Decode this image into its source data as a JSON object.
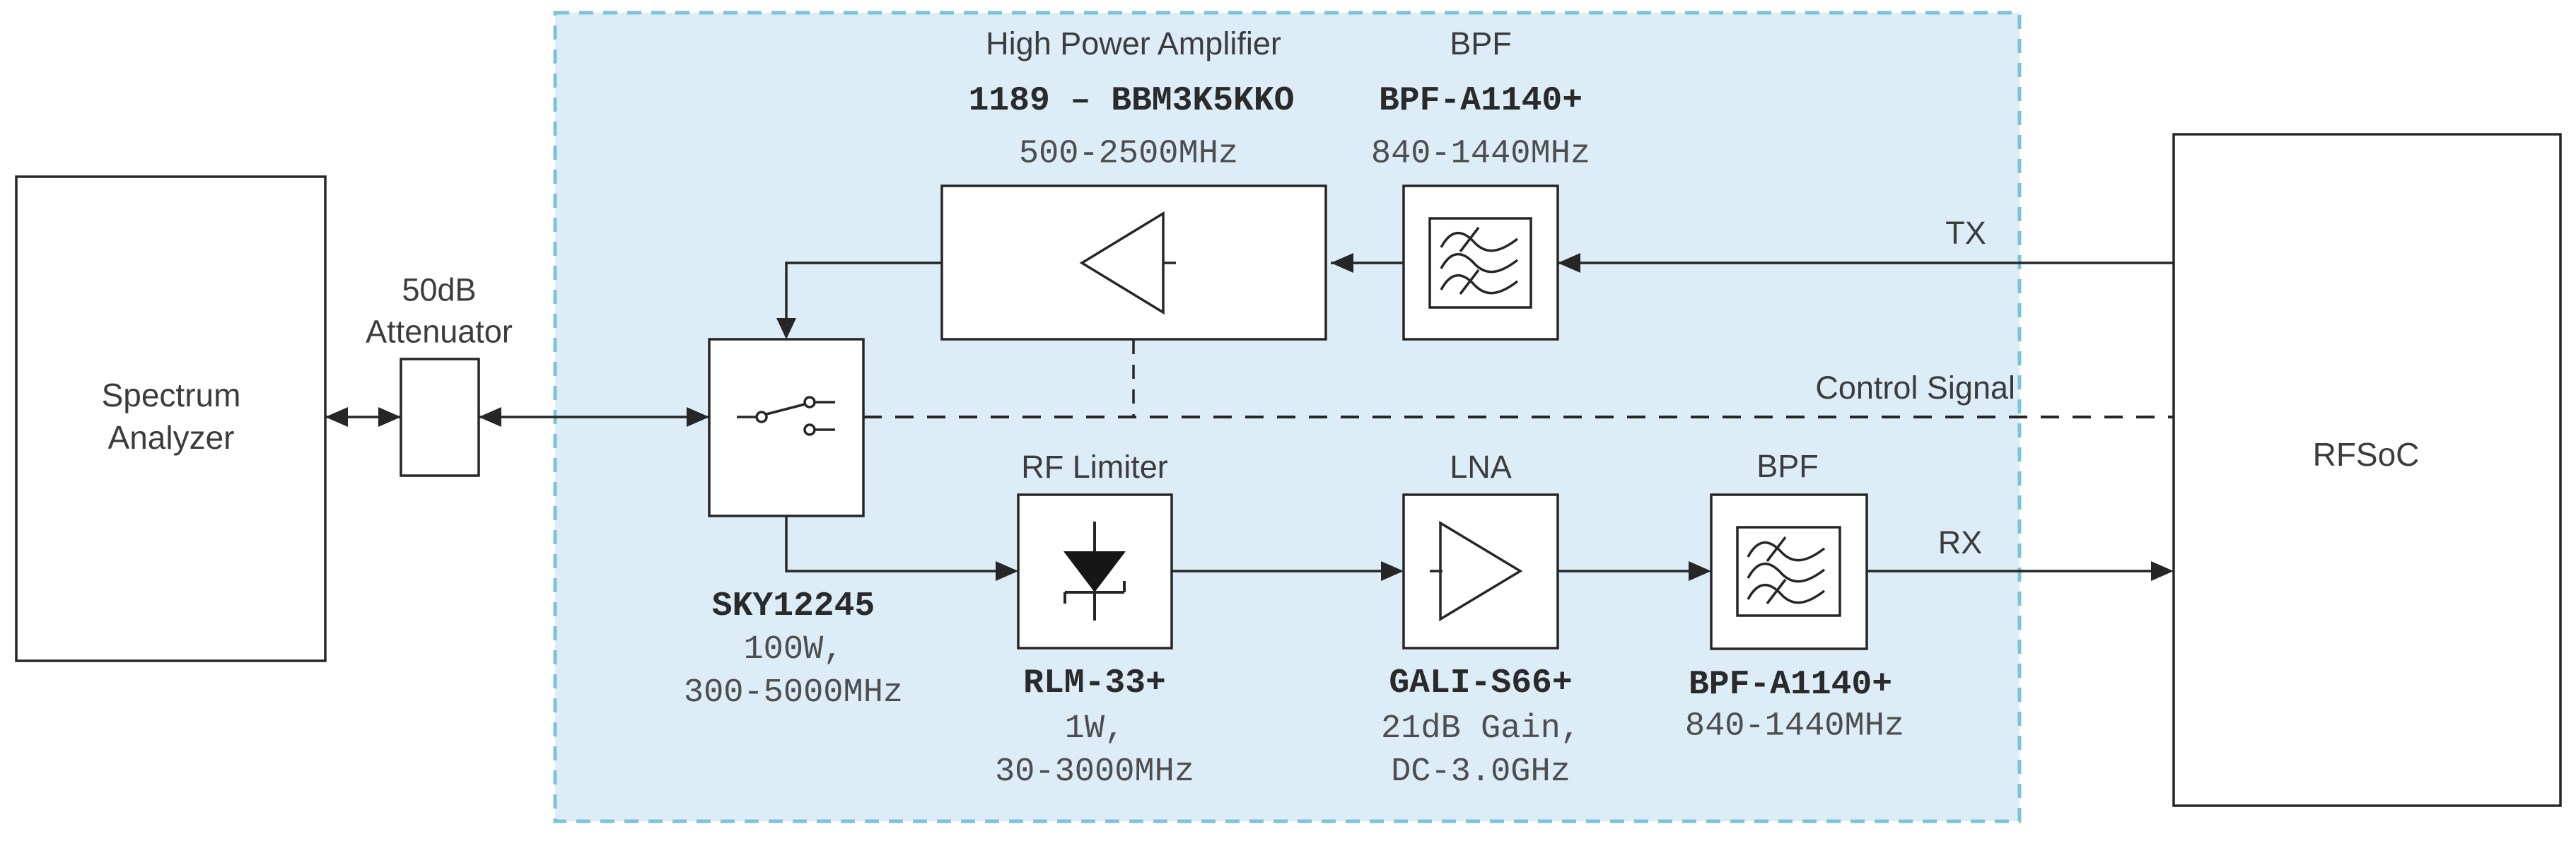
{
  "colors": {
    "background": "#ffffff",
    "region_fill": "#dcedf7",
    "region_border": "#7cc3d9",
    "line": "#262626",
    "box_fill": "#ffffff",
    "label_text": "#3c3c3c",
    "part_text": "#2a2a2a",
    "spec_text": "#4e4e4e"
  },
  "blocks": {
    "spectrum_analyzer": {
      "label": "Spectrum\nAnalyzer"
    },
    "attenuator": {
      "label": "50dB\nAttenuator"
    },
    "rf_switch": {
      "part": "SKY12245",
      "specs": "100W,\n300-5000MHz"
    },
    "hpa": {
      "label": "High Power Amplifier",
      "part": "1189 – BBM3K5KKO",
      "specs": "500-2500MHz"
    },
    "bpf_tx": {
      "label": "BPF",
      "part": "BPF-A1140+",
      "specs": "840-1440MHz"
    },
    "rf_limiter": {
      "label": "RF Limiter",
      "part": "RLM-33+",
      "specs": "1W,\n30-3000MHz"
    },
    "lna": {
      "label": "LNA",
      "part": "GALI-S66+",
      "specs": "21dB Gain,\nDC-3.0GHz"
    },
    "bpf_rx": {
      "label": "BPF",
      "part": "BPF-A1140+",
      "specs": "840-1440MHz"
    },
    "rfsoc": {
      "label": "RFSoC"
    }
  },
  "signals": {
    "tx": "TX",
    "rx": "RX",
    "control": "Control Signal"
  },
  "icons": {
    "spdt_switch": "spdt-switch-icon",
    "amplifier_left": "amplifier-left-icon",
    "amplifier_right": "amplifier-right-icon",
    "limiter_diode": "limiter-diode-icon",
    "bandpass_filter": "bandpass-filter-icon"
  }
}
